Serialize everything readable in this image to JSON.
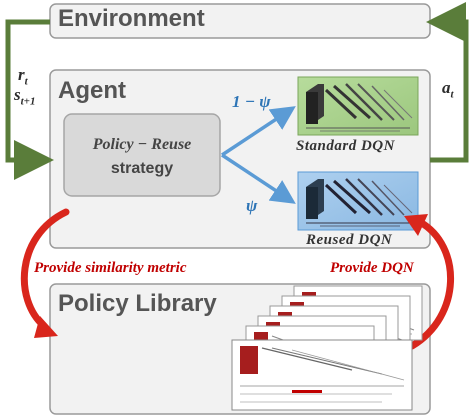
{
  "environment": {
    "title": "Environment"
  },
  "agent": {
    "title": "Agent"
  },
  "feedback": {
    "reward": "r",
    "reward_sub": "t",
    "state": "s",
    "state_sub": "t+1"
  },
  "action": {
    "label": "a",
    "sub": "t"
  },
  "policy_reuse": {
    "line1": "Policy − Reuse",
    "line2": "strategy"
  },
  "probabilities": {
    "standard": "1 − ψ",
    "reused": "ψ"
  },
  "networks": {
    "standard": "Standard DQN",
    "reused": "Reused DQN"
  },
  "links": {
    "similarity": "Provide similarity metric",
    "dqn": "Provide DQN"
  },
  "library": {
    "title": "Policy Library"
  },
  "colors": {
    "green": "#5a7d3a",
    "blue": "#5b9bd5",
    "red": "#c00000",
    "standard_bg": "#a9d18e",
    "reused_bg": "#9dc3e6",
    "box_bg": "#f2f2f2",
    "box_border": "#9a9a9a",
    "strategy_bg": "#d9d9d9"
  }
}
